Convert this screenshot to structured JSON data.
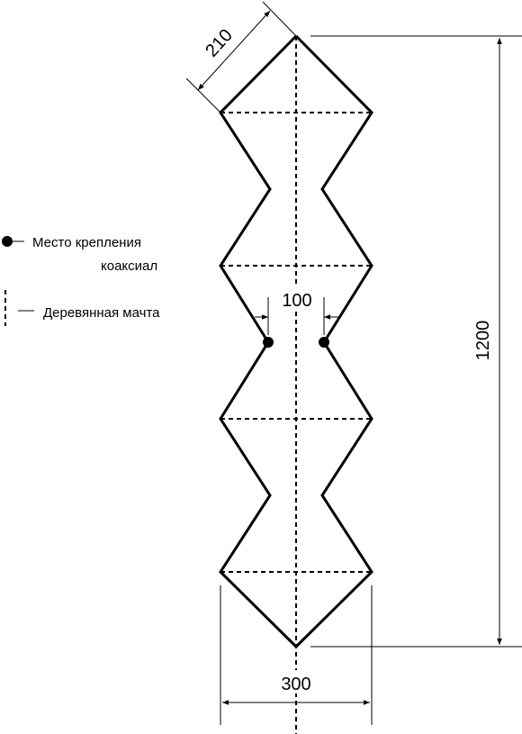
{
  "legend": {
    "mount_point_line1": "Место крепления",
    "mount_point_line2": "коаксиал",
    "mast": "Деревянная мачта"
  },
  "dimensions": {
    "side": "210",
    "gap": "100",
    "height": "1200",
    "width": "300"
  },
  "colors": {
    "ink": "#000000",
    "background": "#ffffff"
  }
}
